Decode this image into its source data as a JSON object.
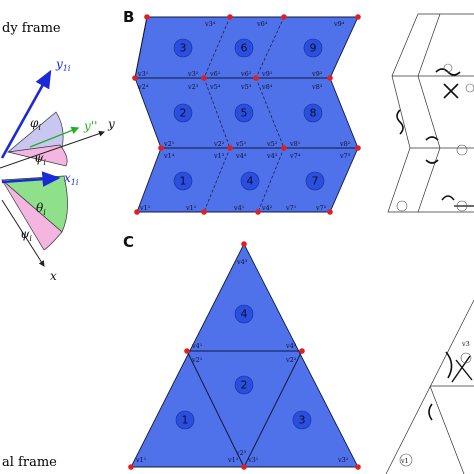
{
  "panel_a": {
    "top_label": "dy frame",
    "bottom_label": "al frame",
    "axes": {
      "y1": "y",
      "y1_sub": "1i",
      "y": "y",
      "y_prime": "y''",
      "x1": "x",
      "x1_sub": "1i",
      "x": "x",
      "phi": "φ",
      "phi_sub": "i",
      "psi": "ψ",
      "psi_sub": "i",
      "theta": "θ",
      "theta_sub": "i",
      "psi2": "ψ",
      "psi2_sub": "i"
    },
    "colors": {
      "blue_axis": "#1a2ad8",
      "green_axis": "#22b022",
      "pink_fill": "#f4b6e0",
      "green_fill": "#8ee08a",
      "lavender_fill": "#c9c7f2"
    }
  },
  "panel_b": {
    "letter": "B",
    "faces": [
      "3",
      "6",
      "9",
      "2",
      "5",
      "8",
      "1",
      "4",
      "7"
    ],
    "vertex_labels": {
      "r1": [
        "v3⁴",
        "v6⁴",
        "v9⁴"
      ],
      "r2": [
        "v3¹",
        "v3²",
        "v6¹",
        "v6²",
        "v9¹",
        "v9²"
      ],
      "r3": [
        "v2⁴",
        "v2³",
        "v5⁴",
        "v5³",
        "v8⁴",
        "v8³"
      ],
      "r4": [
        "v2¹",
        "v2²",
        "v5¹",
        "v5²",
        "v8¹",
        "v8²"
      ],
      "r5": [
        "v1⁴",
        "v1³",
        "v4⁴",
        "v4³",
        "v7⁴",
        "v7³"
      ],
      "r6": [
        "v1¹",
        "v1²",
        "v4¹",
        "v4²",
        "v7¹",
        "v7²"
      ]
    }
  },
  "panel_c": {
    "letter": "C",
    "faces": [
      "4",
      "2",
      "1",
      "3"
    ],
    "vertex_labels": [
      "v4³",
      "v4¹",
      "v4²",
      "v2¹",
      "v2²",
      "v1²",
      "v3¹",
      "v1¹",
      "v2³",
      "v3²"
    ]
  },
  "schematic_labels": [
    "v3",
    "v1"
  ],
  "colors": {
    "face_fill": "#4f72ea",
    "vertex_dot": "#e02020",
    "label_disc": "#2a4fe0"
  }
}
